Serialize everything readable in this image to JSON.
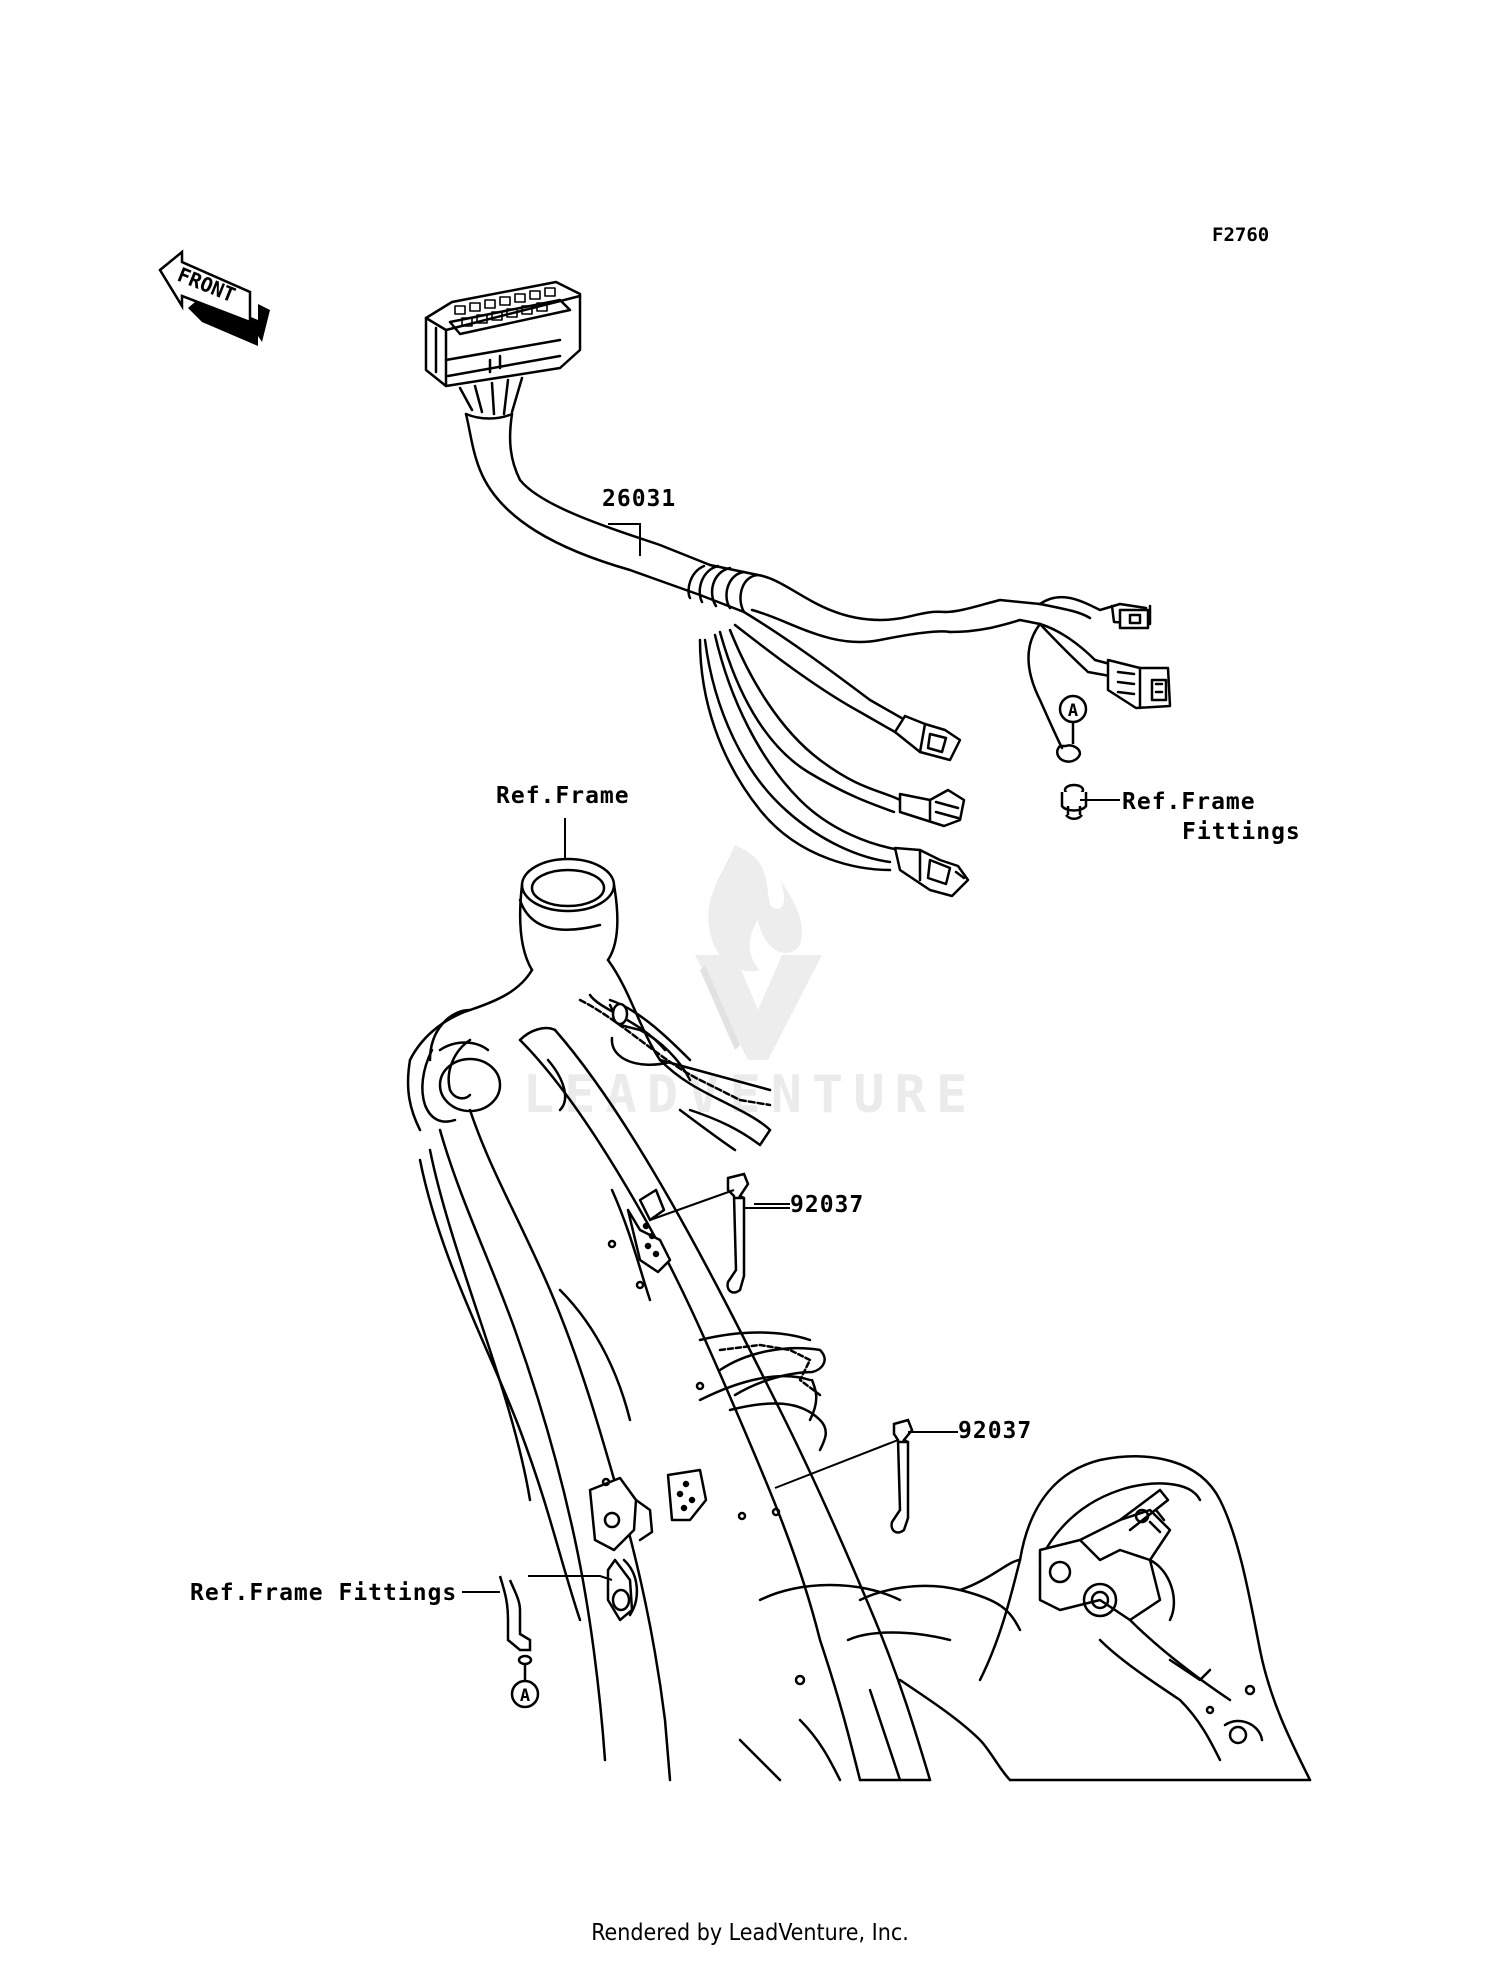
{
  "figure_code": "F2760",
  "front_indicator": "FRONT",
  "callouts": {
    "harness": "26031",
    "clamp_upper": "92037",
    "clamp_lower": "92037",
    "ref_frame": "Ref.Frame",
    "ref_frame_fittings_right_line1": "Ref.Frame",
    "ref_frame_fittings_right_line2": "Fittings",
    "ref_frame_fittings_left": "Ref.Frame Fittings",
    "marker_a_upper": "A",
    "marker_a_lower": "A"
  },
  "watermark": "LEADVENTURE",
  "footer": "Rendered by LeadVenture, Inc.",
  "colors": {
    "line": "#000000",
    "background": "#ffffff",
    "watermark": "#e6e6e6"
  }
}
